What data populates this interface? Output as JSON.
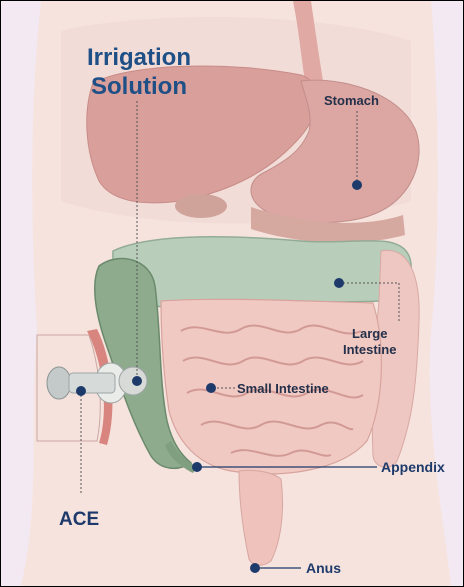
{
  "diagram": {
    "title_line1": "Irrigation",
    "title_line2": "Solution",
    "labels": {
      "stomach": "Stomach",
      "large_intestine_line1": "Large",
      "large_intestine_line2": "Intestine",
      "small_intestine": "Small Intestine",
      "appendix": "Appendix",
      "ace": "ACE",
      "anus": "Anus"
    }
  }
}
